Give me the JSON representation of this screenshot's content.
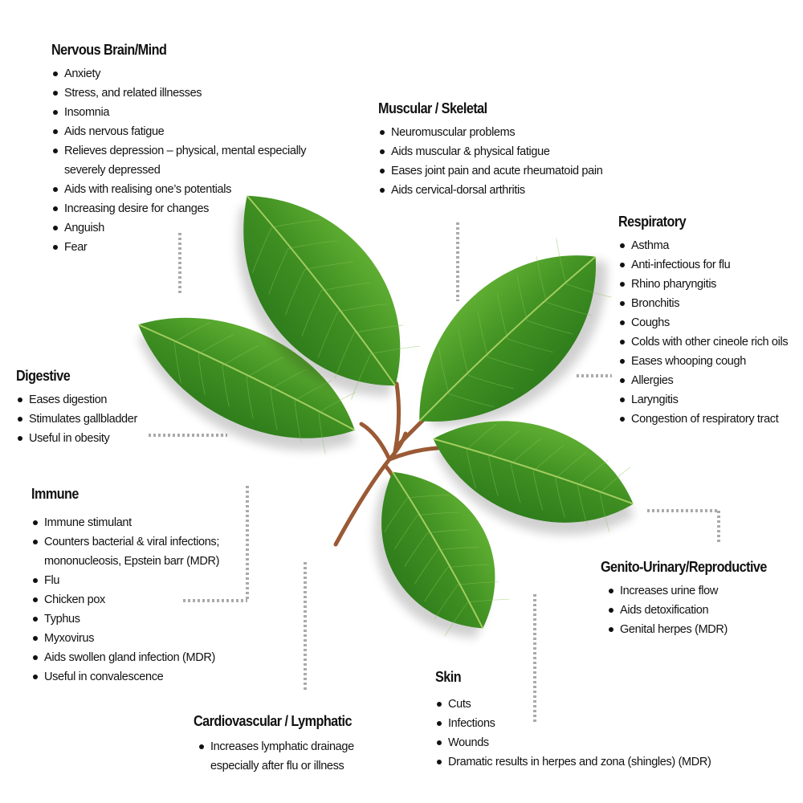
{
  "colors": {
    "leaf_dark": "#2f7d1c",
    "leaf_light": "#5fae32",
    "stem": "#9a5a35",
    "connector": "#aaaaaa",
    "text": "#111111"
  },
  "sections": {
    "nervous": {
      "title": "Nervous Brain/Mind",
      "items": [
        "Anxiety",
        "Stress, and related illnesses",
        "Insomnia",
        "Aids nervous fatigue",
        "Relieves depression – physical, mental especially severely depressed",
        "Aids with realising one’s potentials",
        "Increasing desire for changes",
        "Anguish",
        "Fear"
      ]
    },
    "muscular": {
      "title": "Muscular / Skeletal",
      "items": [
        "Neuromuscular problems",
        "Aids muscular & physical fatigue",
        "Eases joint pain and acute rheumatoid pain",
        "Aids cervical-dorsal arthritis"
      ]
    },
    "respiratory": {
      "title": "Respiratory",
      "items": [
        "Asthma",
        "Anti-infectious for flu",
        "Rhino pharyngitis",
        "Bronchitis",
        "Coughs",
        "Colds with other cineole rich oils",
        "Eases whooping cough",
        "Allergies",
        "Laryngitis",
        "Congestion of respiratory tract"
      ]
    },
    "digestive": {
      "title": "Digestive",
      "items": [
        "Eases digestion",
        "Stimulates gallbladder",
        "Useful in obesity"
      ]
    },
    "immune": {
      "title": "Immune",
      "items": [
        "Immune stimulant",
        "Counters bacterial & viral infections; mononucleosis, Epstein barr (MDR)",
        "Flu",
        "Chicken pox",
        "Typhus",
        "Myxovirus",
        "Aids swollen gland infection (MDR)",
        "Useful in convalescence"
      ]
    },
    "genito": {
      "title": "Genito-Urinary/Reproductive",
      "items": [
        " Increases urine flow",
        "Aids detoxification",
        "Genital herpes (MDR)"
      ]
    },
    "skin": {
      "title": "Skin",
      "items": [
        "Cuts",
        "Infections",
        "Wounds",
        "Dramatic results in herpes and zona (shingles) (MDR)"
      ]
    },
    "cardio": {
      "title": "Cardiovascular / Lymphatic",
      "items": [
        "Increases lymphatic drainage especially after flu or illness"
      ]
    }
  }
}
